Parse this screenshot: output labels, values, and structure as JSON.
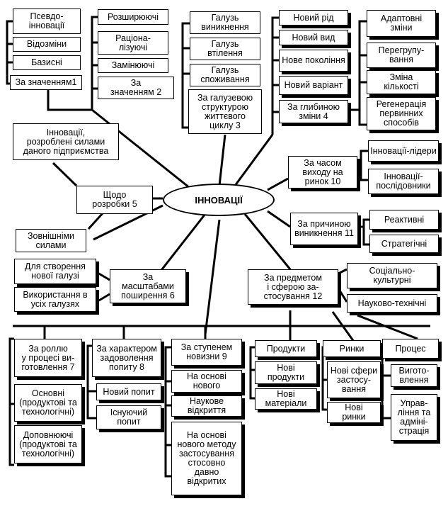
{
  "center": "ІННОВАЦІЇ",
  "groups": {
    "by_value": {
      "title": "За значенням1",
      "items": [
        "Псевдо-\nінновації",
        "Відозміни",
        "Базисні"
      ]
    },
    "by_value2": {
      "title": "За\nзначенням 2",
      "items": [
        "Розширюючі",
        "Раціона-\nлізуючі",
        "Замінюючі"
      ]
    },
    "by_industry": {
      "title": "За галузевою\nструктурою\nжиттєвого\nциклу 3",
      "items": [
        "Галузь\nвиникнення",
        "Галузь\nвтілення",
        "Галузь\nспоживання"
      ]
    },
    "by_depth": {
      "title": "За глибиною\nзміни 4",
      "items_left": [
        "Новий рід",
        "Новий вид",
        "Нове покоління",
        "Новий варіант"
      ],
      "items_right": [
        "Адаптовні\nзміни",
        "Перегрупу-\nвання",
        "Зміна\nкількості",
        "Регенерація\nпервинних\nспособів"
      ]
    },
    "by_time": {
      "title": "За часом\nвиходу на\nринок 10",
      "items": [
        "Інновації-лідери",
        "Інновації-\nпослідовники"
      ]
    },
    "by_cause": {
      "title": "За причиною\nвиникнення 11",
      "items": [
        "Реактивні",
        "Стратегічні"
      ]
    },
    "by_develop": {
      "title": "Щодо\nрозробки 5",
      "items": [
        "Інновації,\nрозроблені силами\nданого підприємства",
        "Зовнішніми\nсилами"
      ]
    },
    "by_scale": {
      "title": "За\nмасштабами\nпоширення 6",
      "items": [
        "Для створення\nнової галузі",
        "Використання в\nусіх галузях"
      ]
    },
    "by_subject": {
      "title": "За предметом\nі сферою за-\nстосування 12",
      "items": [
        "Соціально-\nкультурні",
        "Науково-технічні"
      ]
    },
    "by_role": {
      "title": "За роллю\nу процесі ви-\nготовлення 7",
      "items": [
        "Основні\n(продуктові та\nтехнологічні)",
        "Доповнюючі\n(продуктові та\nтехнологічні)"
      ]
    },
    "by_demand": {
      "title": "За характером\nзадоволення\nпопиту 8",
      "items": [
        "Новий попит",
        "Існуючий\nпопит"
      ]
    },
    "by_novelty": {
      "title": "За ступенем\nновизни 9",
      "items": [
        "На основі\nнового",
        "Наукове\nвідкриття",
        "На основі\nнового методу\nзастосування\nстосовно\nдавно\nвідкритих"
      ]
    },
    "products": {
      "title": "Продукти",
      "items": [
        "Нові\nпродукти",
        "Нові\nматеріали"
      ]
    },
    "markets": {
      "title": "Ринки",
      "items": [
        "Нові сфери\nзастосу-\nвання",
        "Нові\nринки"
      ]
    },
    "process": {
      "title": "Процес",
      "items": [
        "Вигото-\nвлення",
        "Управ-\nління та\nадміні-\nстрація"
      ]
    }
  }
}
